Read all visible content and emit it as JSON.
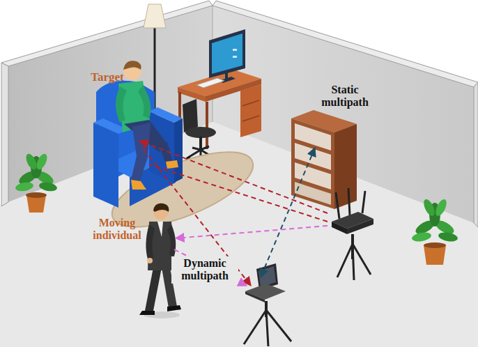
{
  "diagram": {
    "labels": [
      "Target",
      "Static multipath",
      "Moving individual",
      "Dynamic multipath"
    ]
  }
}
